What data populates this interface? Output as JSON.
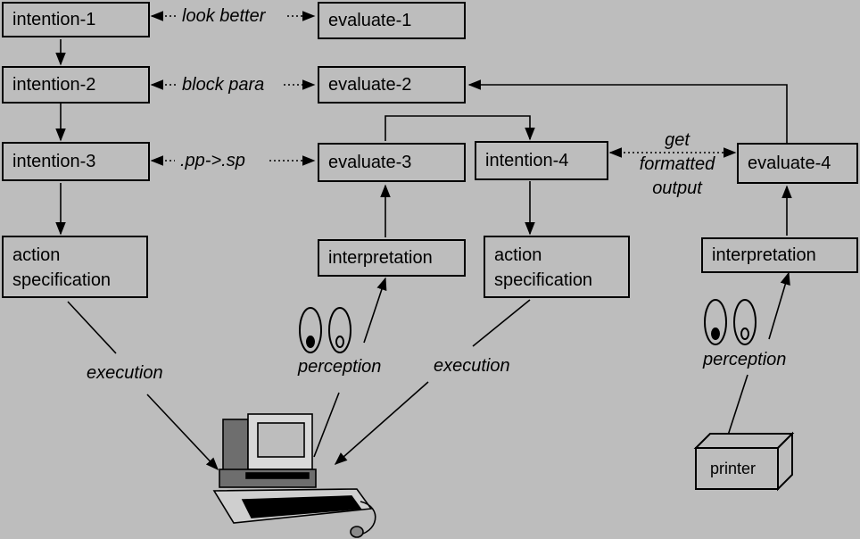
{
  "boxes": {
    "intention_1": "intention-1",
    "intention_2": "intention-2",
    "intention_3": "intention-3",
    "intention_4": "intention-4",
    "evaluate_1": "evaluate-1",
    "evaluate_2": "evaluate-2",
    "evaluate_3": "evaluate-3",
    "evaluate_4": "evaluate-4",
    "action_spec_left": "action\nspecification",
    "action_spec_mid": "action\nspecification",
    "interpretation_mid": "interpretation",
    "interpretation_right": "interpretation",
    "printer": "printer"
  },
  "labels": {
    "look_better": "look better",
    "block_para": "block para",
    "pp_sp": ".pp->.sp",
    "get_formatted_output": "get\nformatted\noutput",
    "execution_left": "execution",
    "execution_mid": "execution",
    "perception_mid": "perception",
    "perception_right": "perception"
  },
  "icons": {
    "eyes": "eyes-icon",
    "computer": "desktop-computer-icon",
    "printer": "printer-icon"
  },
  "colors": {
    "background": "#bdbdbd",
    "stroke": "#000000"
  }
}
